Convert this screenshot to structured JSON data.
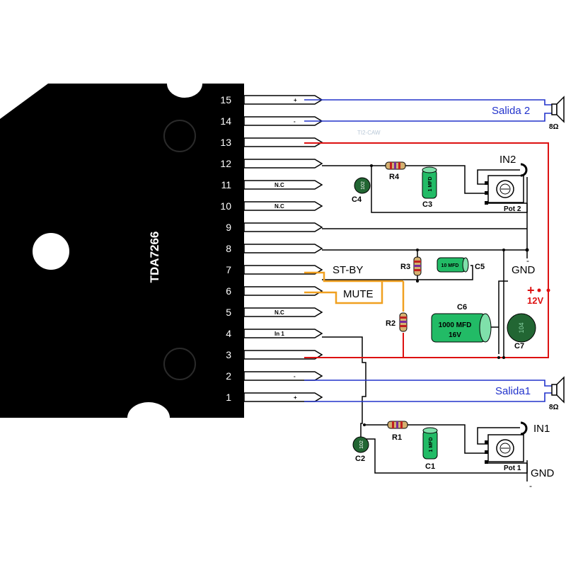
{
  "chip": {
    "name": "TDA7266",
    "pins": [
      {
        "num": "15",
        "label": "+"
      },
      {
        "num": "14",
        "label": "-"
      },
      {
        "num": "13",
        "label": ""
      },
      {
        "num": "12",
        "label": ""
      },
      {
        "num": "11",
        "label": "N.C"
      },
      {
        "num": "10",
        "label": "N.C"
      },
      {
        "num": "9",
        "label": ""
      },
      {
        "num": "8",
        "label": ""
      },
      {
        "num": "7",
        "label": ""
      },
      {
        "num": "6",
        "label": ""
      },
      {
        "num": "5",
        "label": "N.C"
      },
      {
        "num": "4",
        "label": "In 1"
      },
      {
        "num": "3",
        "label": ""
      },
      {
        "num": "2",
        "label": "-"
      },
      {
        "num": "1",
        "label": "+"
      }
    ]
  },
  "watermark": "TI2-CAW",
  "outputs": {
    "out2": {
      "label": "Salida 2",
      "impedance": "8Ω"
    },
    "out1": {
      "label": "Salida1",
      "impedance": "8Ω"
    }
  },
  "inputs": {
    "in2": "IN2",
    "in1": "IN1"
  },
  "controls": {
    "standby": "ST-BY",
    "mute": "MUTE"
  },
  "power": {
    "plus": "+",
    "voltage": "12V",
    "gnd": "GND",
    "minus": "-"
  },
  "components": {
    "r1": "R1",
    "r2": "R2",
    "r3": "R3",
    "r4": "R4",
    "c1": "C1",
    "c1_value": "1 MFD",
    "c2": "C2",
    "c2_value": "102",
    "c3": "C3",
    "c3_value": "1 MFD",
    "c4": "C4",
    "c4_value": "102",
    "c5": "C5",
    "c5_value": "10 MFD",
    "c6": "C6",
    "c6_value": "1000 MFD",
    "c6_voltage": "16V",
    "c7": "C7",
    "c7_value": "104",
    "pot1": "Pot 1",
    "pot2": "Pot 2"
  },
  "colors": {
    "chip": "#000000",
    "pin_fill": "#ffffff",
    "wire": "#000000",
    "output_wire": "#2233cc",
    "power_wire": "#dd1111",
    "control_wire": "#f0a020",
    "electrolytic": "#22bb66",
    "ceramic": "#226633",
    "resistor": "#d4b070",
    "pot": "#ffffff"
  }
}
